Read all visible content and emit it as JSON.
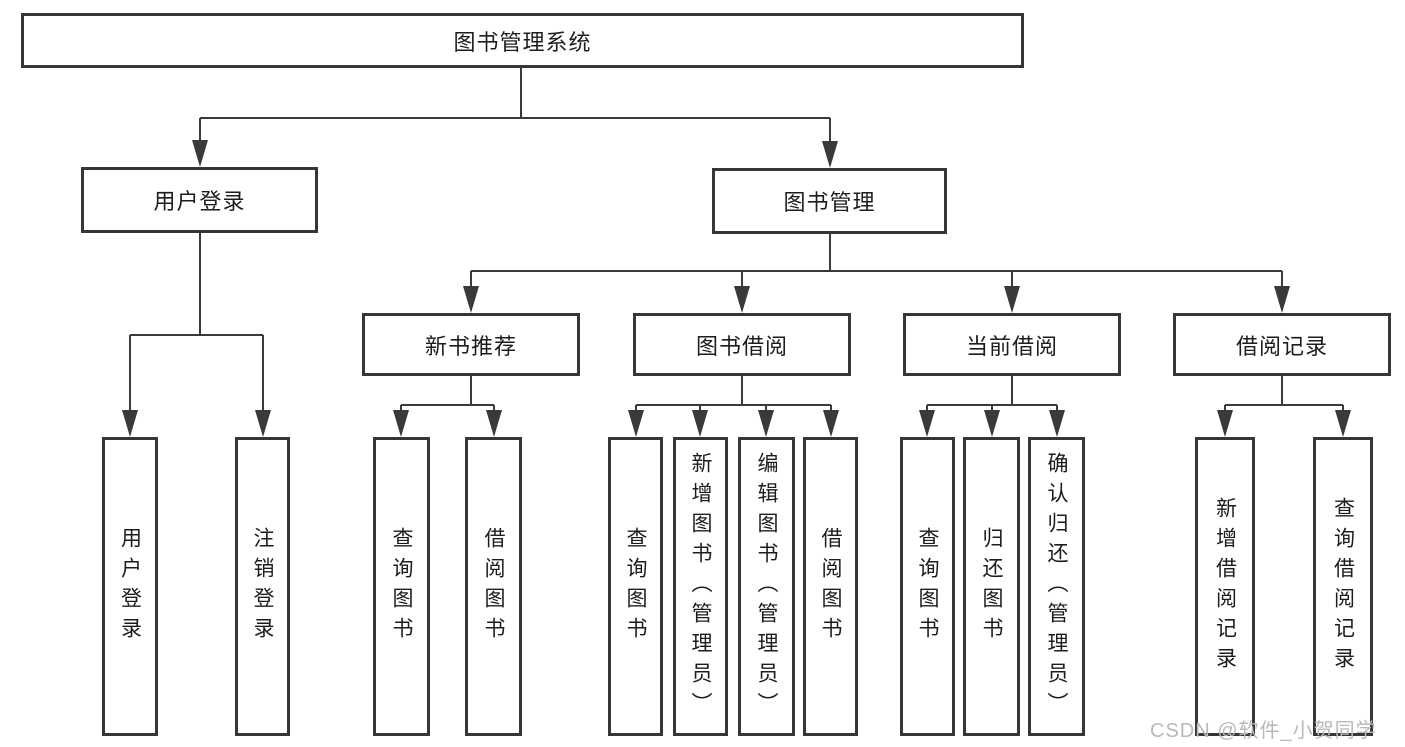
{
  "diagram": {
    "root": "图书管理系统",
    "branches": {
      "user_login": "用户登录",
      "book_management": "图书管理"
    },
    "modules": {
      "new_book_recommend": "新书推荐",
      "book_borrow": "图书借阅",
      "current_borrow": "当前借阅",
      "borrow_records": "借阅记录"
    },
    "leaves": {
      "user_login": "用户登录",
      "logout": "注销登录",
      "recommend_query_books": "查询图书",
      "recommend_borrow_books": "借阅图书",
      "borrow_query_books": "查询图书",
      "borrow_add_books_admin": "新增图书（管理员）",
      "borrow_edit_books_admin": "编辑图书（管理员）",
      "borrow_borrow_books": "借阅图书",
      "current_query_books": "查询图书",
      "current_return_books": "归还图书",
      "current_confirm_return_admin": "确认归还（管理员）",
      "records_add_record": "新增借阅记录",
      "records_query_record": "查询借阅记录"
    },
    "watermark": "CSDN @软件_小贺同学"
  },
  "colors": {
    "line": "#3a3a3a",
    "box_border": "#363636",
    "text": "#1d1d1d",
    "watermark": "#b9b9b9",
    "background": "#ffffff"
  }
}
